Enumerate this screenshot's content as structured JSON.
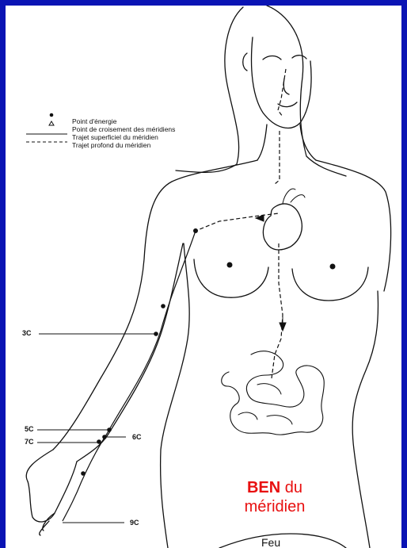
{
  "legend": {
    "point": "Point d'énergie",
    "crossing": "Point de croisement des méridiens",
    "superficial": "Trajet superficiel du méridien",
    "deep": "Trajet profond du méridien"
  },
  "labels": {
    "p3c": "3C",
    "p5c": "5C",
    "p6c": "6C",
    "p7c": "7C",
    "p9c": "9C"
  },
  "title": {
    "strong": "BEN",
    "rest": " du",
    "line2": "méridien"
  },
  "subtitle": "Feu",
  "colors": {
    "border": "#0a14b4",
    "title": "#e81010"
  }
}
